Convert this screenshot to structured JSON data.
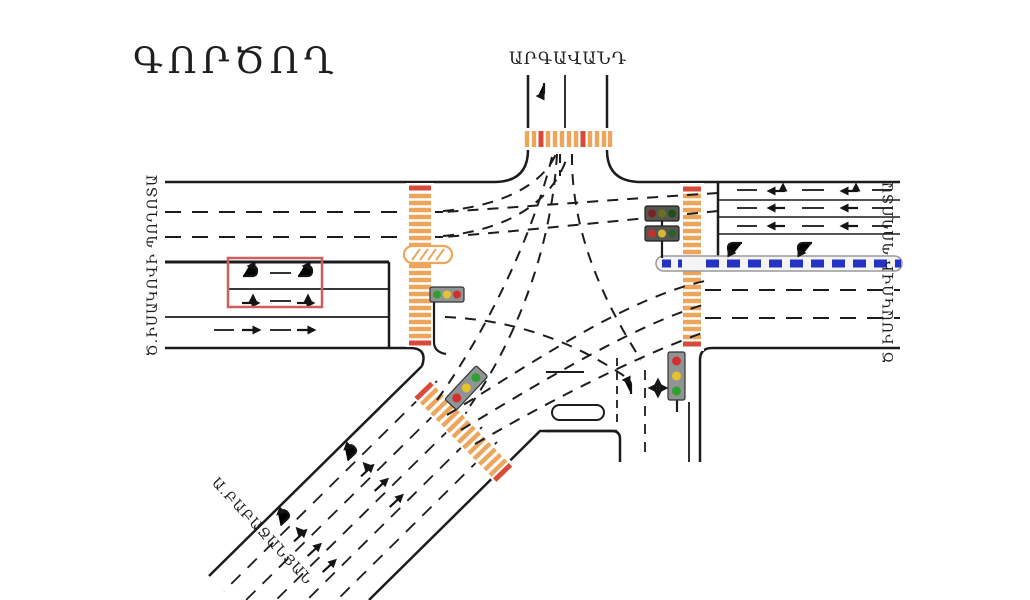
{
  "title": "ԳՈՐԾՈՂ",
  "roads": {
    "north": {
      "label": "ԱՐԳԱՎԱՆԴ"
    },
    "west": {
      "label": "Ծ.ԻՍԱԿՈՎԻ ՊՈՂՈՏԱ"
    },
    "east": {
      "label": "Ծ.ԻՍԱԿՈՎԻ ՊՈՂՈՏԱ"
    },
    "southwest": {
      "label": "Ա.ԲԱԲԱՋԱՆՅԱՆ"
    }
  },
  "colors": {
    "road_line": "#1c1c1c",
    "arrow": "#141414",
    "crosswalk_orange": "#eda55c",
    "crosswalk_red": "#d84a3a",
    "bus_lane_blue": "#2433c4",
    "bus_lane_casing": "#9a9a9a",
    "highlight_box_red": "#cf5f5f",
    "signal_housing": "#8f9494",
    "signal_housing_dark": "#55564e",
    "island_fill": "#ffffff"
  },
  "signals": {
    "west_horizontal": {
      "lights": [
        "#2fa02f",
        "#e6c32e",
        "#d32f2f"
      ]
    },
    "east_upper_head1": {
      "lights": [
        "#7d2222",
        "#6f6f22",
        "#1e4e1e"
      ]
    },
    "east_upper_head2": {
      "lights": [
        "#c23030",
        "#d7b832",
        "#2c5f2c"
      ]
    },
    "southwest_rotated": {
      "lights": [
        "#2fa02f",
        "#e6c32e",
        "#d32f2f"
      ]
    },
    "south_vertical": {
      "lights": [
        "#d32f2f",
        "#e6c32e",
        "#2fa02f"
      ]
    }
  }
}
